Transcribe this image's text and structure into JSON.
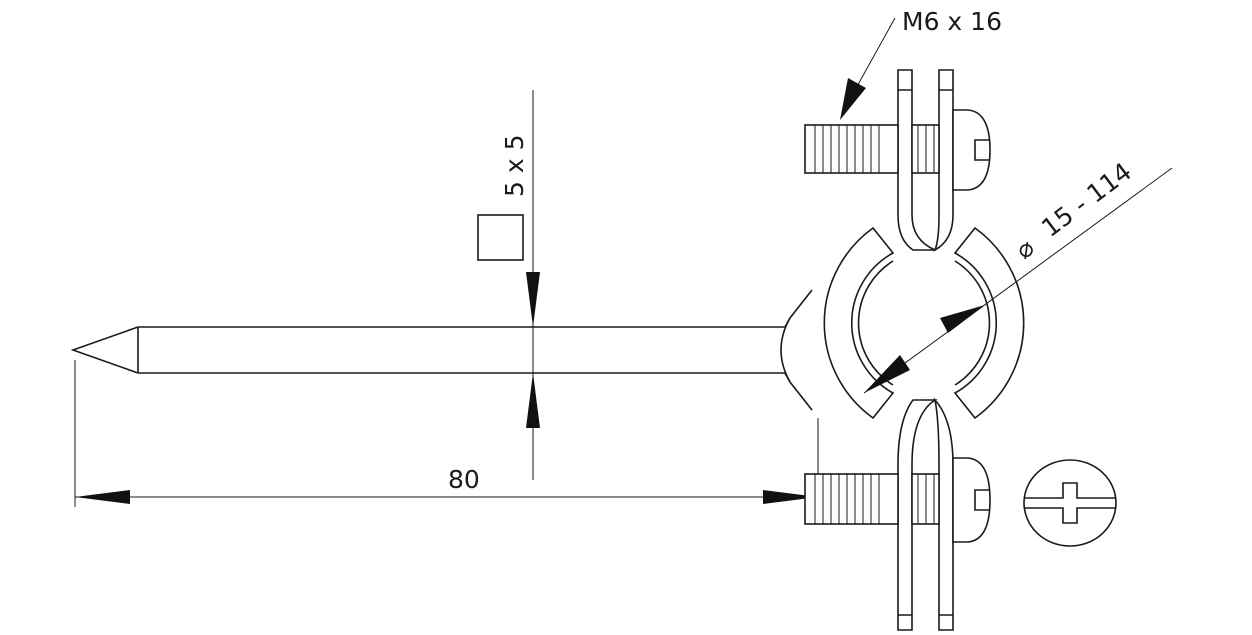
{
  "title": "Pipe clamp with nail - dimension drawing",
  "labels": {
    "screw_size": "M6 x 16",
    "diameter_symbol": "⌀",
    "diameter_range": "15 - 114",
    "nail_length": "80",
    "nail_section": "5 x 5"
  },
  "colors": {
    "line": "#1a1a1a",
    "background": "#ffffff"
  }
}
